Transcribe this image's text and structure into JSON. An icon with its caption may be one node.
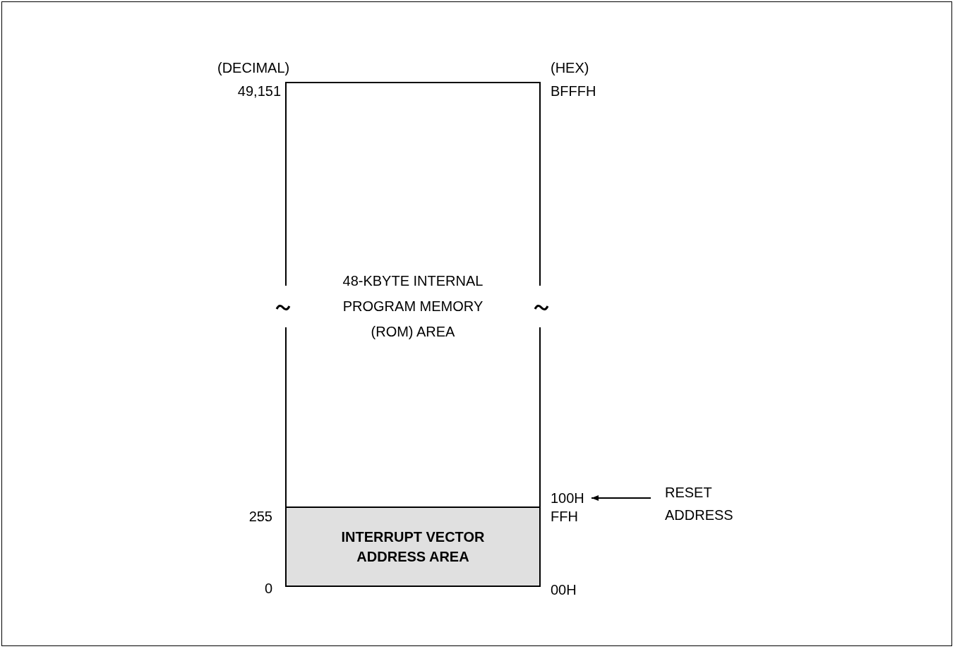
{
  "diagram": {
    "nodes": [
      {
        "text": [
          "48-KBYTE INTERNAL PROGRAM MEMORY (ROM) AREA"
        ]
      },
      {
        "text": [
          "INTERRUPT VECTOR ADDRESS AREA"
        ]
      },
      {
        "text": [
          "100H"
        ]
      },
      {
        "text": [
          "RESET ADDRESS"
        ]
      }
    ],
    "edges": [
      {
        "from": 3,
        "to": 2,
        "arrow": "to"
      }
    ],
    "labels": [
      "(DECIMAL)",
      "(HEX)",
      "49,151",
      "BFFFH",
      "255",
      "FFH",
      "0",
      "00H"
    ]
  }
}
